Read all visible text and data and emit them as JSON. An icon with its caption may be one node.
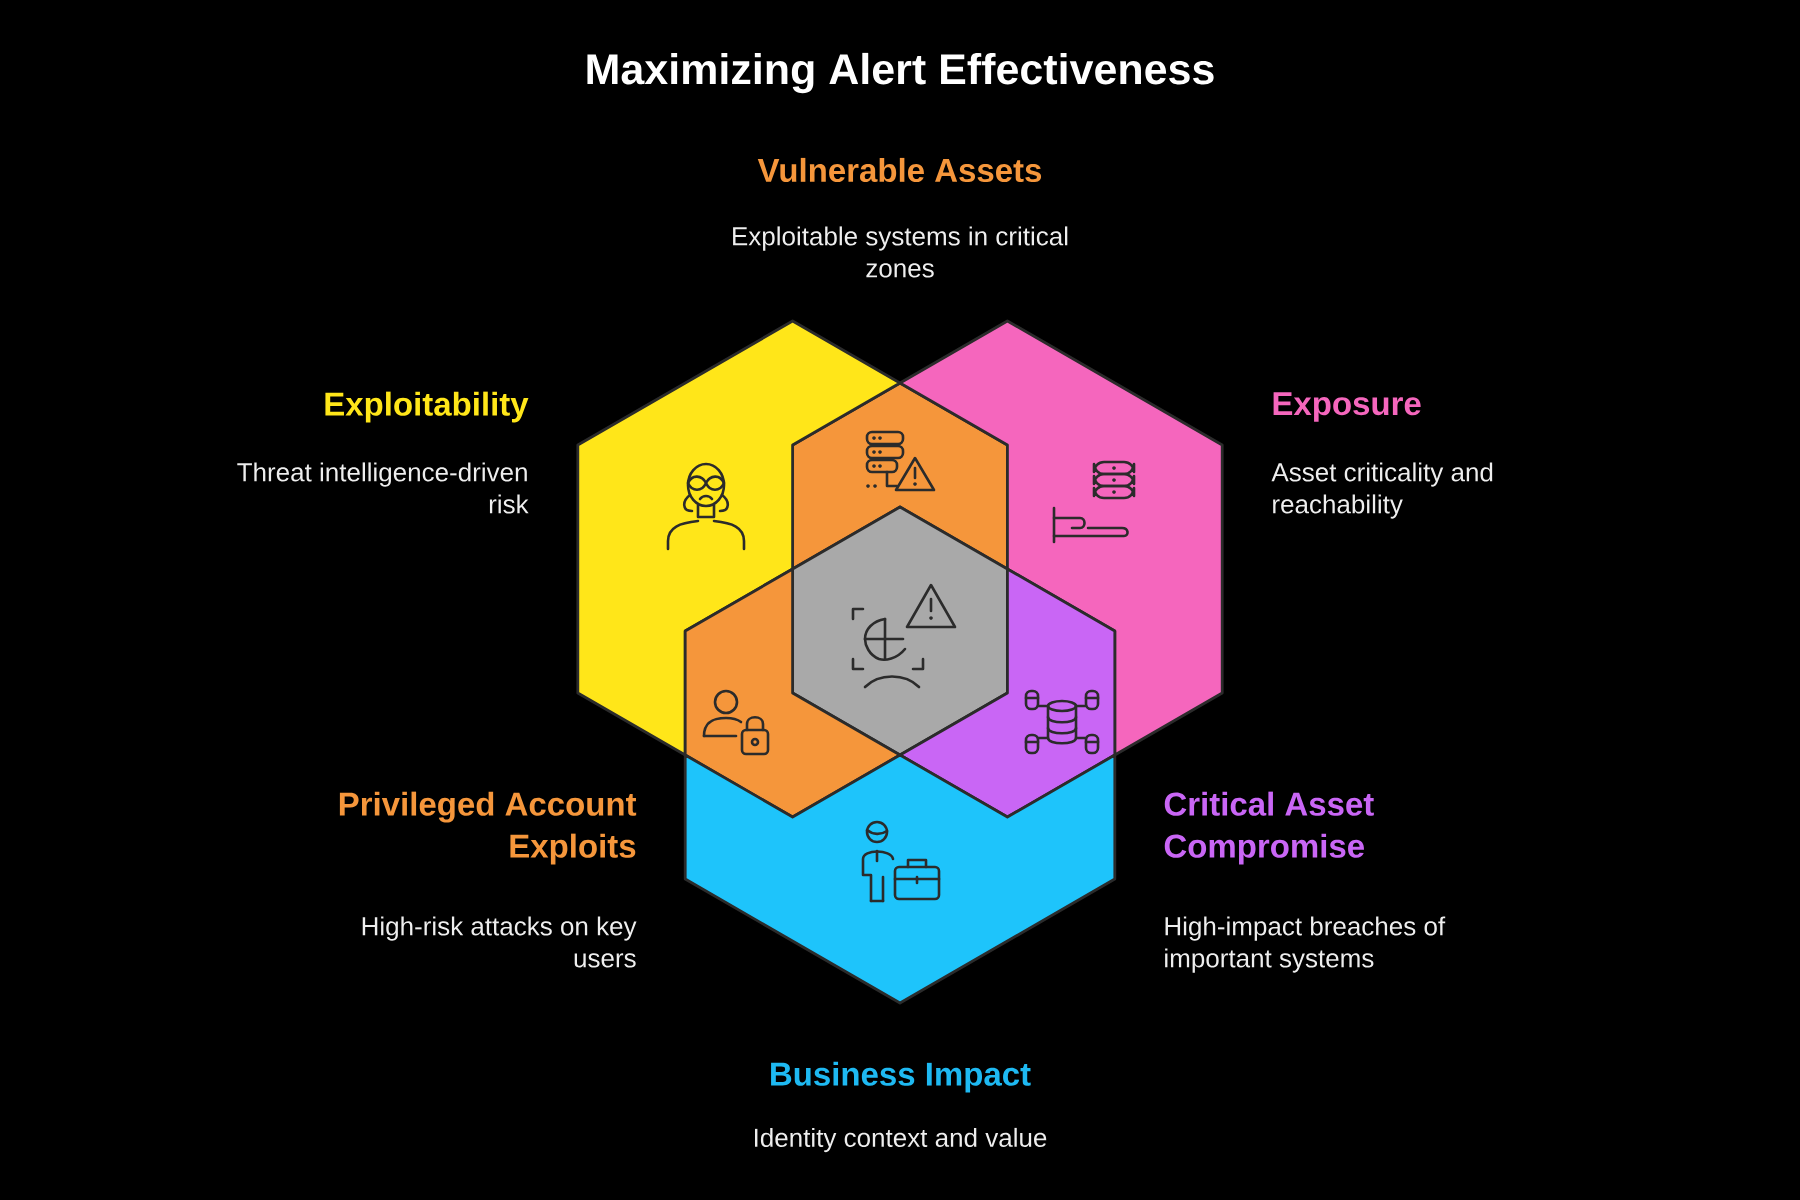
{
  "diagram": {
    "title": "Maximizing Alert Effectiveness",
    "nodes": [
      {
        "text": [],
        "shape": "hexagon"
      },
      {
        "text": [
          "Exploitability",
          "Threat intelligence-driven risk"
        ]
      },
      {
        "text": [
          "Exposure",
          "Asset criticality and reachability"
        ]
      },
      {
        "text": [],
        "shape": "hexagon"
      },
      {
        "text": [
          "Privileged Account Exploits",
          "High-risk attacks on key users"
        ]
      },
      {
        "text": [
          "Critical Asset Compromise",
          "High-impact breaches of important systems"
        ]
      },
      {
        "text": [
          "Business Impact",
          "Identity context and value"
        ]
      }
    ],
    "labels": [
      "Vulnerable Assets",
      "Exploitable systems in critical zones"
    ]
  }
}
